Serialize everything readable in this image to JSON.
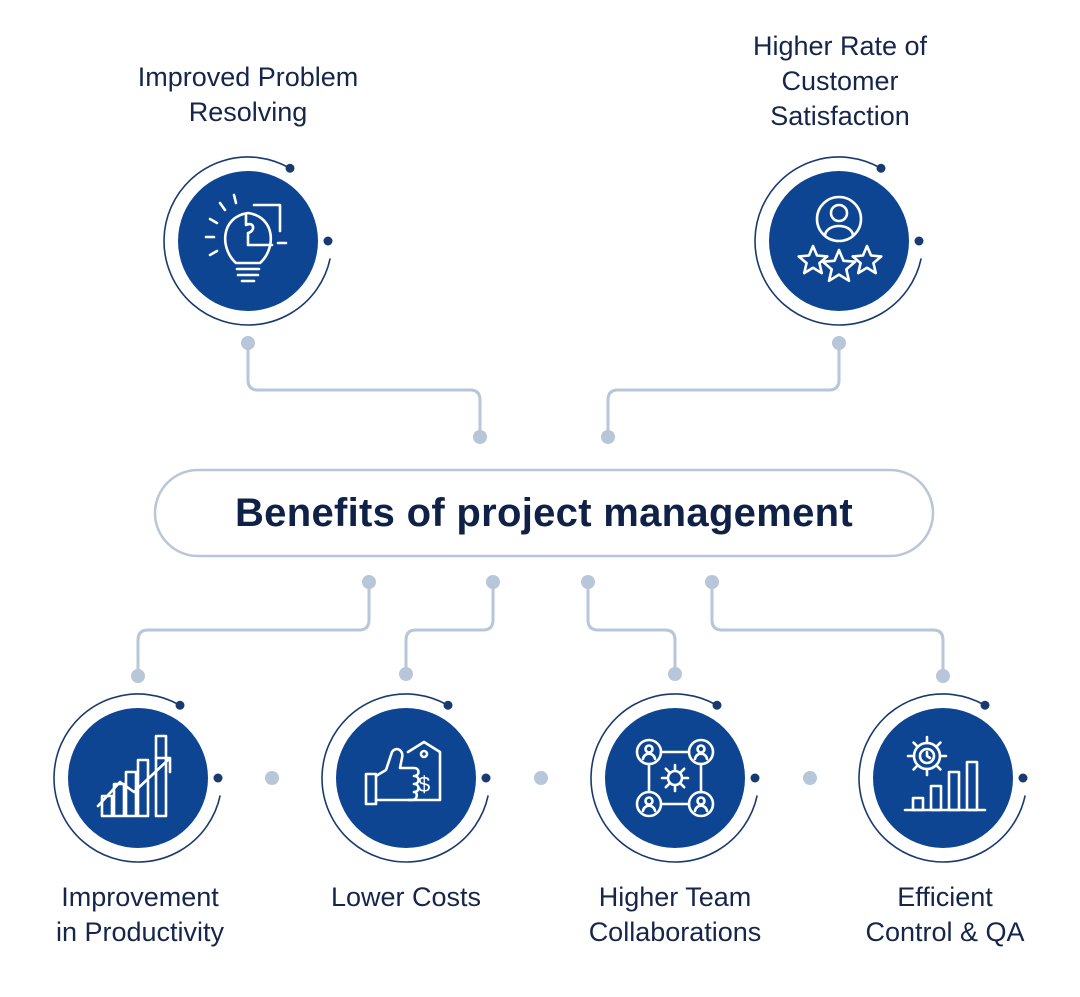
{
  "title": "Benefits of project management",
  "benefits": [
    {
      "lines": [
        "Improved Problem",
        "Resolving"
      ],
      "icon": "lightbulb-puzzle-icon"
    },
    {
      "lines": [
        "Higher Rate of",
        "Customer",
        "Satisfaction"
      ],
      "icon": "customer-stars-icon"
    },
    {
      "lines": [
        "Improvement",
        "in Productivity"
      ],
      "icon": "growth-chart-icon"
    },
    {
      "lines": [
        "Lower Costs"
      ],
      "icon": "thumbs-up-price-tag-icon"
    },
    {
      "lines": [
        "Higher Team",
        "Collaborations"
      ],
      "icon": "team-network-icon"
    },
    {
      "lines": [
        "Efficient",
        "Control & QA"
      ],
      "icon": "gear-bar-chart-icon"
    }
  ],
  "colors": {
    "circle_fill": "#0d4592",
    "ring": "#183a6e",
    "connector": "#b7c6d8",
    "text": "#15264a"
  }
}
